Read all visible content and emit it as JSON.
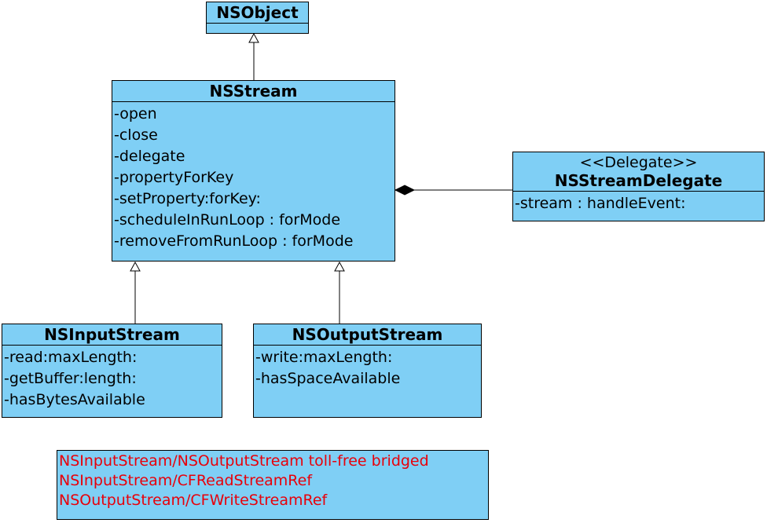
{
  "classes": {
    "nsobject": {
      "name": "NSObject"
    },
    "nsstream": {
      "name": "NSStream",
      "operations": [
        "-open",
        "-close",
        "-delegate",
        "-propertyForKey",
        "-setProperty:forKey:",
        "-scheduleInRunLoop : forMode",
        "-removeFromRunLoop : forMode"
      ]
    },
    "delegate": {
      "stereotype": "<<Delegate>>",
      "name": "NSStreamDelegate",
      "operations": [
        "-stream : handleEvent:"
      ]
    },
    "nsinputstream": {
      "name": "NSInputStream",
      "operations": [
        "-read:maxLength:",
        "-getBuffer:length:",
        "-hasBytesAvailable"
      ]
    },
    "nsoutputstream": {
      "name": "NSOutputStream",
      "operations": [
        "-write:maxLength:",
        "-hasSpaceAvailable"
      ]
    }
  },
  "note": {
    "lines": [
      "NSInputStream/NSOutputStream toll-free bridged",
      "NSInputStream/CFReadStreamRef",
      "NSOutputStream/CFWriteStreamRef"
    ]
  },
  "colors": {
    "class_fill": "#7fcff5",
    "note_text": "#e8000a",
    "line": "#000000"
  }
}
